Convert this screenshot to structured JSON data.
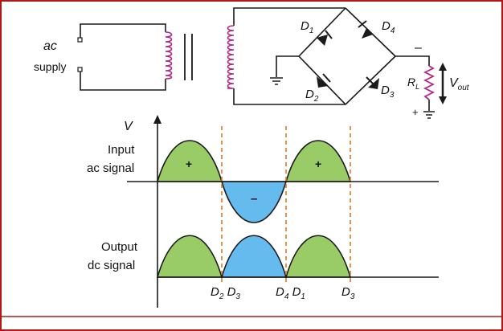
{
  "colors": {
    "frame": "#b01818",
    "wire": "#1a1a1a",
    "coil": "#b0288a",
    "positive_fill": "#99cc66",
    "negative_fill": "#66bbee",
    "dashed": "#e07820"
  },
  "circuit": {
    "ac_label": "ac",
    "supply_label": "supply",
    "d1": {
      "letter": "D",
      "sub": "1"
    },
    "d2": {
      "letter": "D",
      "sub": "2"
    },
    "d3": {
      "letter": "D",
      "sub": "3"
    },
    "d4": {
      "letter": "D",
      "sub": "4"
    },
    "rl": {
      "letter": "R",
      "sub": "L"
    },
    "vout": {
      "letter": "V",
      "sub": "out"
    },
    "minus_sign": "–",
    "plus_sign": "+"
  },
  "waveform": {
    "y_axis_label": "V",
    "input_label_line1": "Input",
    "input_label_line2": "ac signal",
    "output_label_line1": "Output",
    "output_label_line2": "dc signal",
    "plus_sign": "+",
    "minus_sign": "–",
    "tick_labels": [
      {
        "a_letter": "D",
        "a_sub": "2",
        "b_letter": "D",
        "b_sub": "3"
      },
      {
        "a_letter": "D",
        "a_sub": "4",
        "b_letter": "D",
        "b_sub": "1"
      },
      {
        "a_letter": "D",
        "a_sub": "3",
        "b_letter": "",
        "b_sub": ""
      }
    ]
  }
}
